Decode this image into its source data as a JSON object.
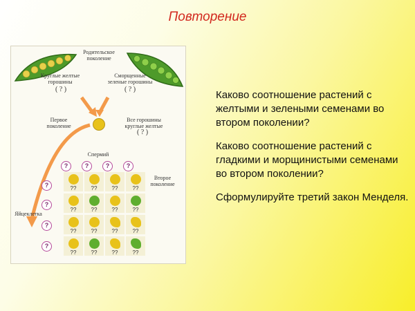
{
  "title": "Повторение",
  "figure": {
    "parents_label": "Родительское поколение",
    "parent_left_label": "Круглые желтые горошины",
    "parent_right_label": "Сморщенные зеленые горошины",
    "unknown": "( ? )",
    "first_gen_label": "Первое поколение",
    "first_gen_peas_label": "Все горошины круглые желтые",
    "sperm_label": "Спермий",
    "egg_label": "Яйцеклетка",
    "second_gen_label": "Второе поколение",
    "cell_mark": "??",
    "gamete_mark": "?",
    "colors": {
      "yellow_pea": "#e8c21a",
      "green_pea": "#5fae2e",
      "pod_green": "#4e9a2a",
      "arrow": "#f39a4a"
    }
  },
  "questions": [
    "Каково соотношение растений с желтыми и зелеными семенами во втором поколении?",
    "Каково соотношение растений с гладкими и морщинистыми семенами во втором поколении?",
    "Сформулируйте третий закон Менделя."
  ]
}
